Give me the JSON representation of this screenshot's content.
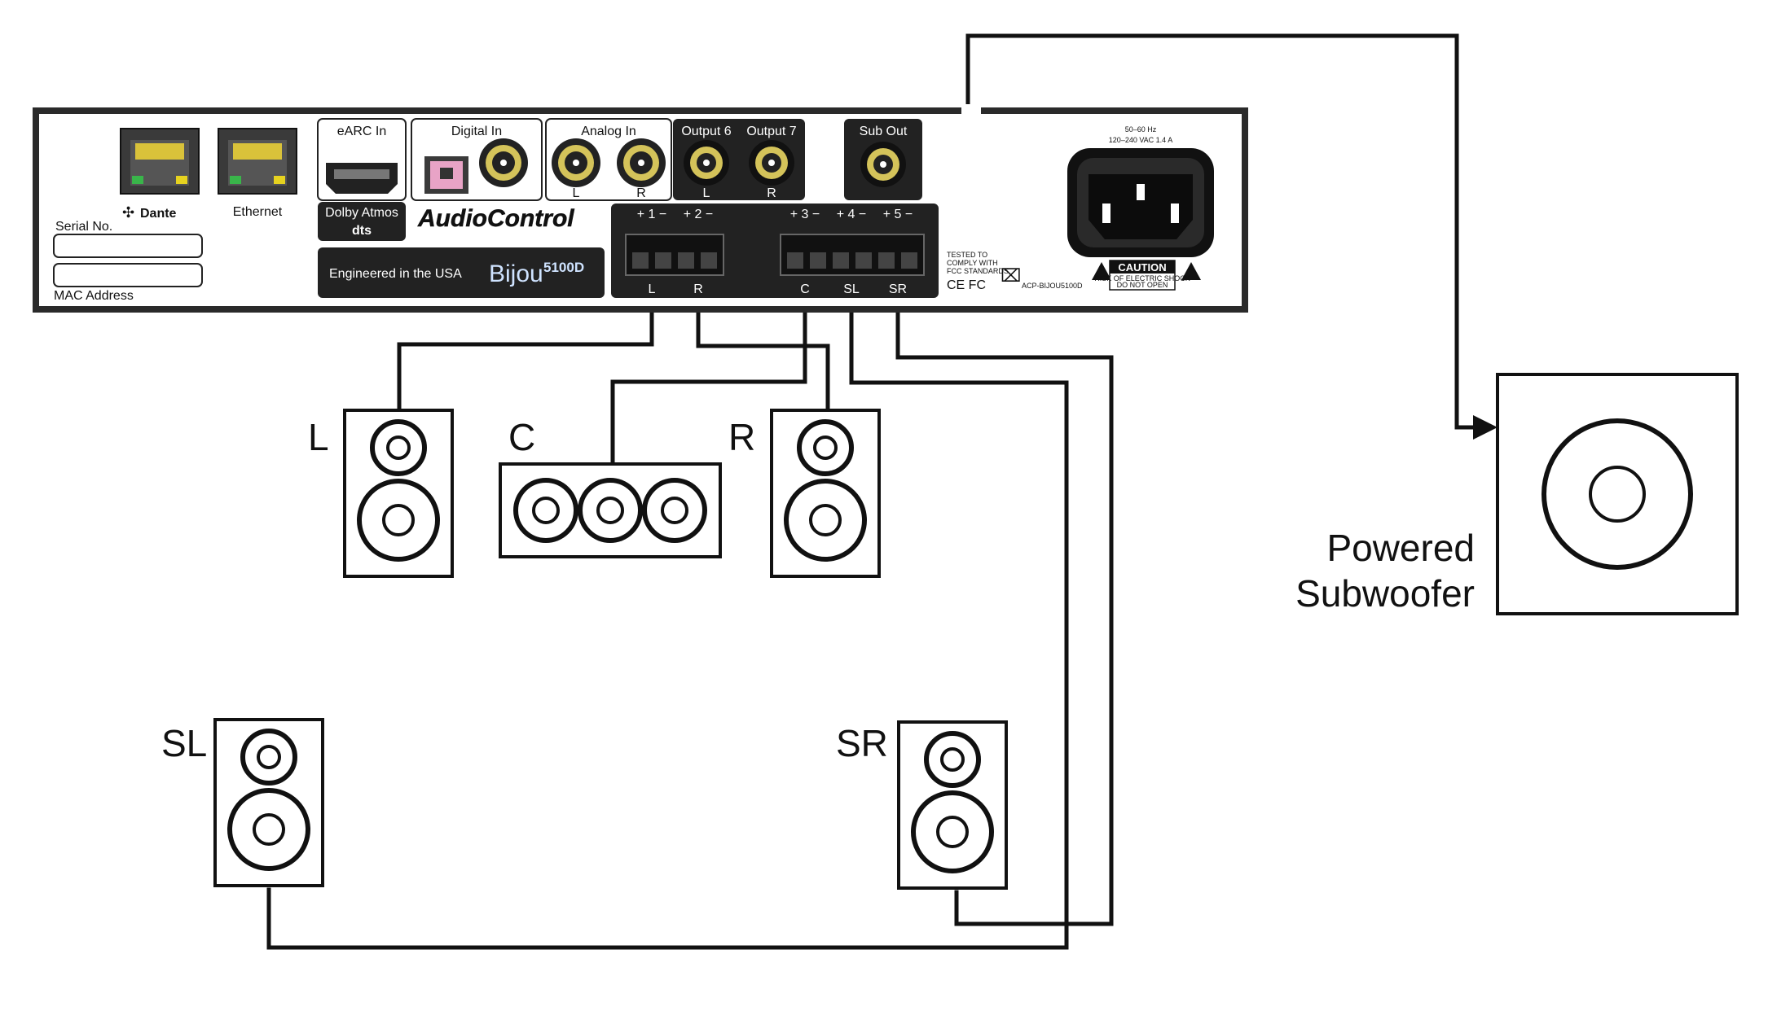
{
  "device": {
    "ports": {
      "dante": "Dante",
      "ethernet": "Ethernet",
      "earc": "eARC In",
      "digital_in": "Digital In",
      "analog_in": "Analog In",
      "analog_l": "L",
      "analog_r": "R",
      "output6": "Output 6",
      "output7": "Output 7",
      "out6_l": "L",
      "out7_r": "R",
      "sub_out": "Sub Out"
    },
    "serial_label": "Serial No.",
    "mac_label": "MAC Address",
    "dolby": "Dolby Atmos",
    "dts": "dts",
    "brand": "AudioControl",
    "engineered": "Engineered in the USA",
    "model": "Bijou",
    "model_sup": "5100D",
    "terminals_top": [
      "+ 1 −",
      "+ 2 −",
      "+ 3 −",
      "+ 4 −",
      "+ 5 −"
    ],
    "terminals_bottom": [
      "L",
      "R",
      "C",
      "SL",
      "SR"
    ],
    "power_hz": "50–60 Hz",
    "power_vac": "120–240 VAC  1.4 A",
    "caution": "CAUTION",
    "caution_sub1": "RISK OF ELECTRIC SHOCK",
    "caution_sub2": "DO NOT OPEN",
    "fcc_line1": "TESTED TO",
    "fcc_line2": "COMPLY WITH",
    "fcc_line3": "FCC STANDARDS",
    "ce_fc": "CE FC",
    "part_no": "ACP-BIJOU5100D"
  },
  "speakers": {
    "left": "L",
    "center": "C",
    "right": "R",
    "surround_left": "SL",
    "surround_right": "SR"
  },
  "subwoofer": {
    "line1": "Powered",
    "line2": "Subwoofer"
  },
  "colors": {
    "line": "#111111",
    "panel_dark": "#1e1e1e",
    "rca_gold": "#d4c35a",
    "eth_green": "#39b54a",
    "eth_yellow": "#e6d21f",
    "toslink_pink": "#e8a3c6"
  }
}
